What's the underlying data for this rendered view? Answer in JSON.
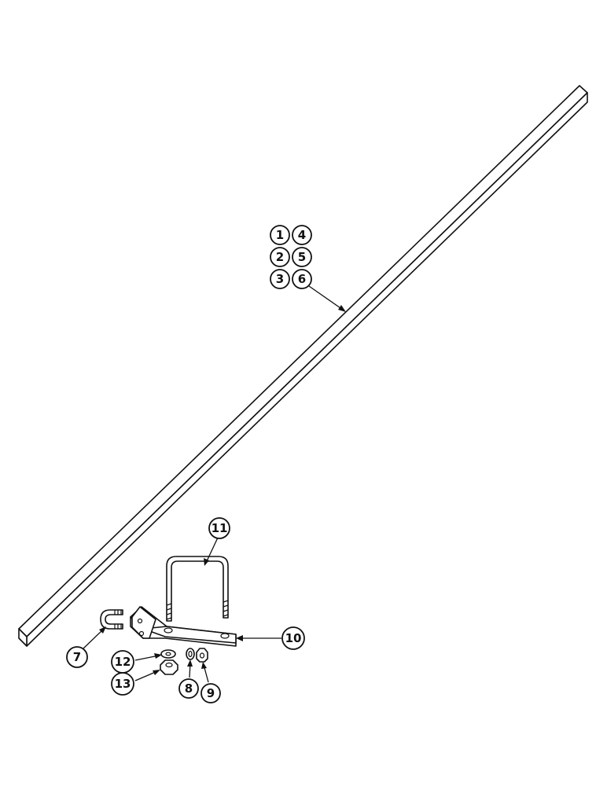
{
  "callouts": [
    {
      "id": "c1",
      "label": "1"
    },
    {
      "id": "c4",
      "label": "4"
    },
    {
      "id": "c2",
      "label": "2"
    },
    {
      "id": "c5",
      "label": "5"
    },
    {
      "id": "c3",
      "label": "3"
    },
    {
      "id": "c6",
      "label": "6"
    },
    {
      "id": "c11",
      "label": "11"
    },
    {
      "id": "c10",
      "label": "10"
    },
    {
      "id": "c7",
      "label": "7"
    },
    {
      "id": "c12",
      "label": "12"
    },
    {
      "id": "c13",
      "label": "13"
    },
    {
      "id": "c8",
      "label": "8"
    },
    {
      "id": "c9",
      "label": "9"
    }
  ]
}
